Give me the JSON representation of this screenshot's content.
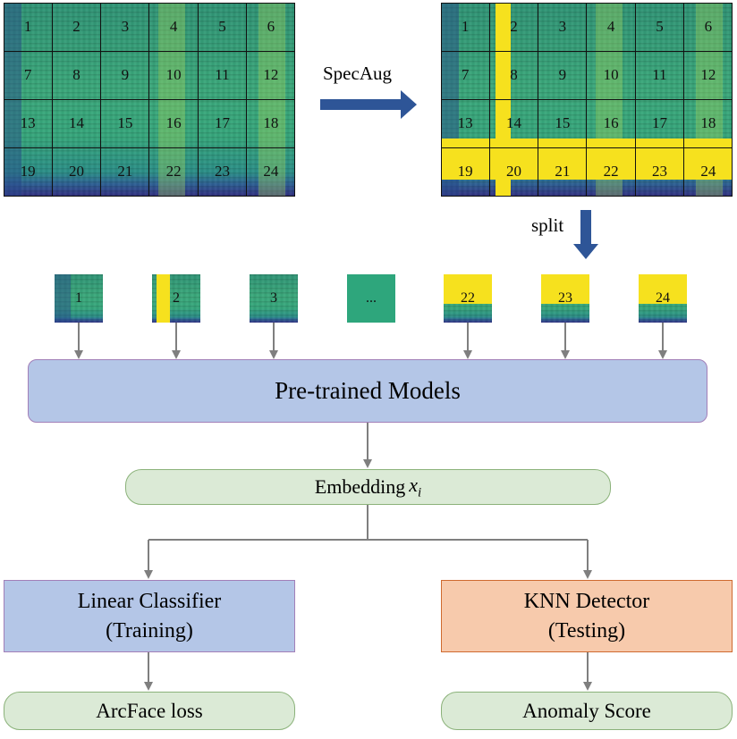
{
  "spectrogram_cells": [
    "1",
    "2",
    "3",
    "4",
    "5",
    "6",
    "7",
    "8",
    "9",
    "10",
    "11",
    "12",
    "13",
    "14",
    "15",
    "16",
    "17",
    "18",
    "19",
    "20",
    "21",
    "22",
    "23",
    "24"
  ],
  "specaug_label": "SpecAug",
  "split_label": "split",
  "patches": [
    "1",
    "2",
    "3",
    "...",
    "22",
    "23",
    "24"
  ],
  "pretrained_label": "Pre-trained Models",
  "embedding": {
    "text": "Embedding ",
    "var": "x",
    "sub": "i"
  },
  "linear_classifier": {
    "line1": "Linear Classifier",
    "line2": "(Training)"
  },
  "knn_detector": {
    "line1": "KNN Detector",
    "line2": "(Testing)"
  },
  "arcface_label": "ArcFace loss",
  "anomaly_label": "Anomaly Score",
  "colors": {
    "arrow_blue": "#2e5597",
    "mask_yellow": "#f6e11e",
    "box_blue": "#b4c6e7",
    "box_green": "#dbead6",
    "box_orange": "#f7caac",
    "connector_gray": "#7f7f7f"
  }
}
